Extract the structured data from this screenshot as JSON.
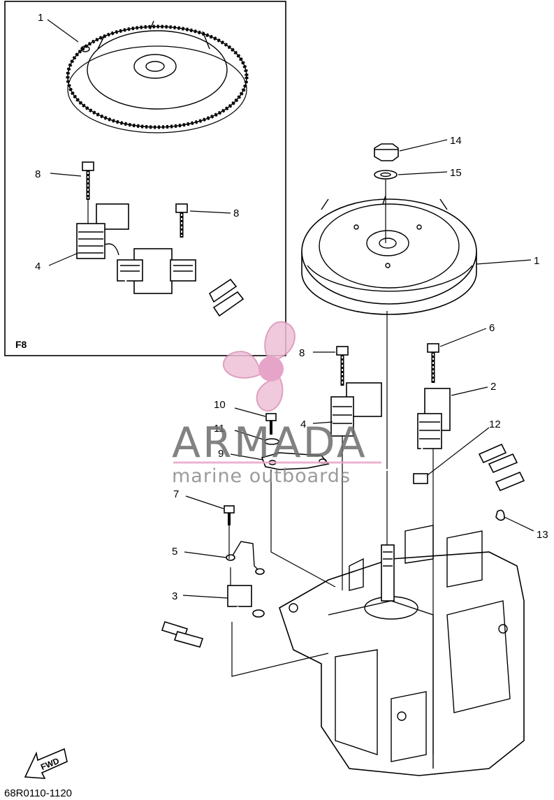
{
  "inset": {
    "tag": "F8"
  },
  "callouts": {
    "inset_flywheel": "1",
    "inset_bolt_top": "8",
    "inset_bolt_right": "8",
    "inset_coil": "4",
    "nut": "14",
    "washer": "15",
    "flywheel": "1",
    "bolt_6": "6",
    "charge_coil": "2",
    "bolt_8": "8",
    "pulser_coil": "4",
    "bolt_10": "10",
    "washer_11": "11",
    "bracket_9": "9",
    "clamp_12": "12",
    "bolt_7": "7",
    "clamp_5": "5",
    "rectifier_3": "3",
    "key_13": "13"
  },
  "watermark": {
    "brand": "ARMADA",
    "tagline": "marine outboards",
    "accent": "#e8a6c8"
  },
  "fwd_arrow": "FWD",
  "part_code": "68R0110-1120"
}
